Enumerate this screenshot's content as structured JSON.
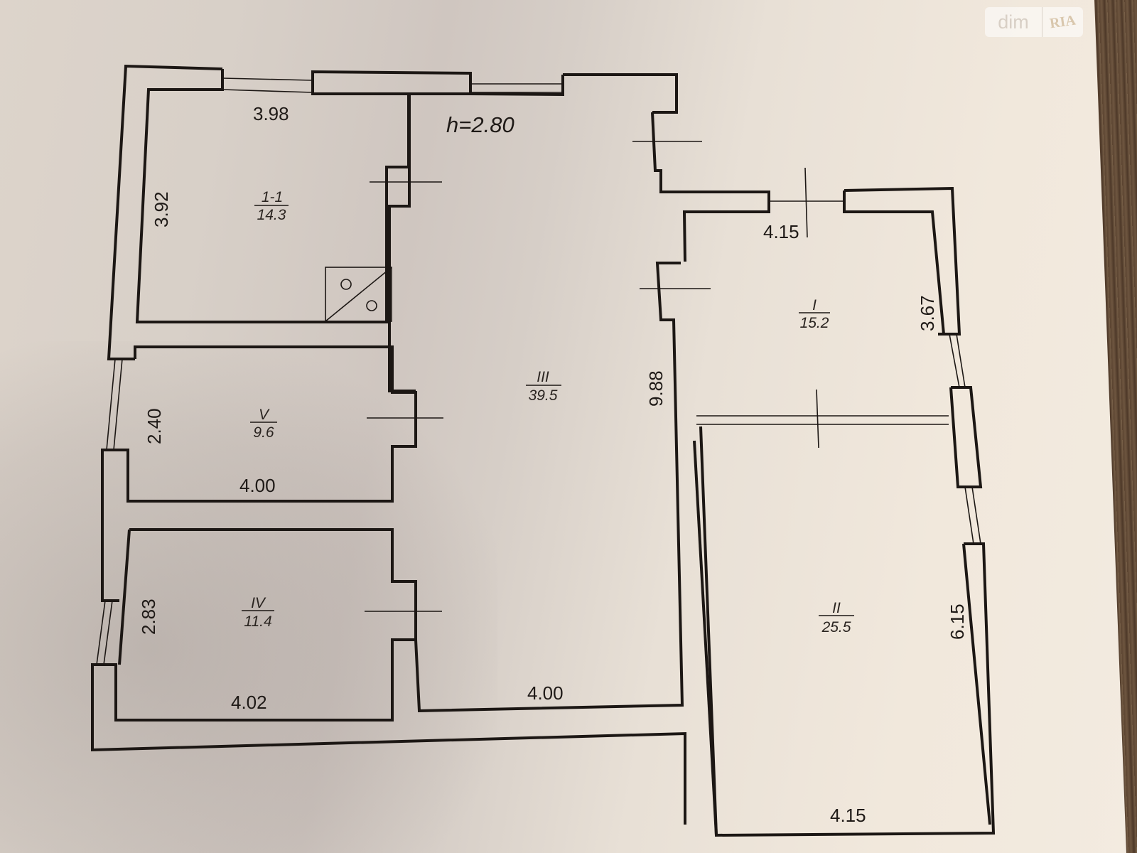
{
  "watermark": {
    "brand": "dim",
    "brand2": "RIA"
  },
  "plan": {
    "ceiling_height": "h=2.80",
    "rooms": [
      {
        "id": "1-1",
        "area": "14.3",
        "width": "3.98",
        "depth": "3.92"
      },
      {
        "id": "III",
        "area": "39.5",
        "width": "4.00",
        "depth": "9.88"
      },
      {
        "id": "V",
        "area": "9.6",
        "width": "4.00",
        "depth": "2.40"
      },
      {
        "id": "IV",
        "area": "11.4",
        "width": "4.02",
        "depth": "2.83"
      },
      {
        "id": "I",
        "area": "15.2",
        "width": "4.15",
        "depth": "3.67"
      },
      {
        "id": "II",
        "area": "25.5",
        "width": "4.15",
        "depth": "6.15"
      }
    ]
  },
  "colors": {
    "paper": "#f1e8dc",
    "shadow": "#cfc6c0",
    "ink": "#1c1714"
  }
}
